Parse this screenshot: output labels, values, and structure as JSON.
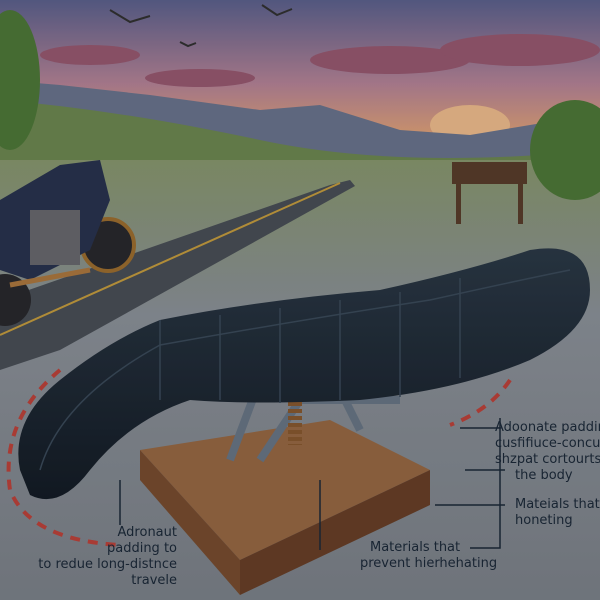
{
  "labels": {
    "left_callout": [
      "Adronaut padding to",
      "to redue long-distnce",
      "travele"
    ],
    "right_top_callout": [
      "Adoonate padding",
      "cusfifiuce-concurs",
      "shzpat cortourts",
      "the body"
    ],
    "right_mid_callout": [
      "Mateials that",
      "honeting"
    ],
    "bottom_callout": [
      "Materials that",
      "prevent hierhehating"
    ]
  },
  "colors": {
    "sky_top": "#6b6f96",
    "sunset": "#e8a070",
    "grass": "#6e8a4a",
    "seat": "#1e2a36",
    "wood": "#8a5a3a",
    "dashed_arrow": "#c0443c",
    "background_lower": "#8e949c"
  }
}
